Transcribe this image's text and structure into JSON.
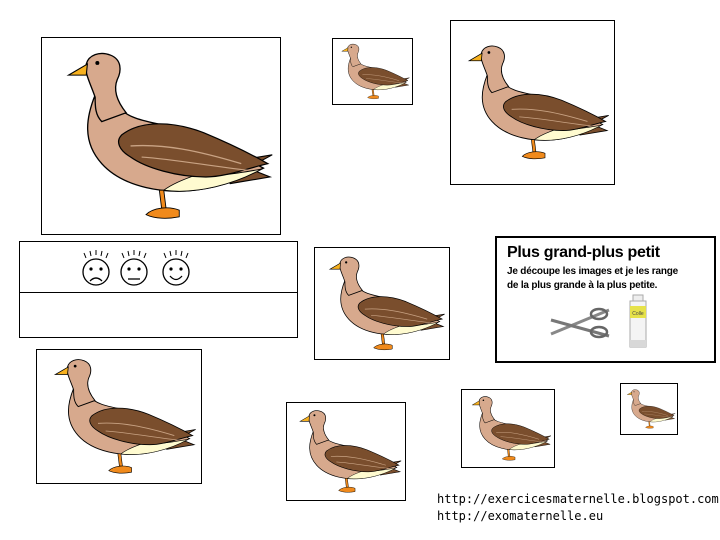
{
  "duck_cards": [
    {
      "name": "duck-card-1",
      "icon": "duck-icon",
      "facing": "left"
    },
    {
      "name": "duck-card-2",
      "icon": "duck-icon",
      "facing": "left"
    },
    {
      "name": "duck-card-3",
      "icon": "duck-icon",
      "facing": "left"
    },
    {
      "name": "duck-card-4",
      "icon": "duck-icon",
      "facing": "left"
    },
    {
      "name": "duck-card-5",
      "icon": "duck-icon",
      "facing": "left"
    },
    {
      "name": "duck-card-6",
      "icon": "duck-icon",
      "facing": "left"
    },
    {
      "name": "duck-card-7",
      "icon": "duck-icon",
      "facing": "left"
    },
    {
      "name": "duck-card-8",
      "icon": "duck-icon",
      "facing": "left"
    }
  ],
  "evaluation": {
    "faces": [
      "sad-face-icon",
      "neutral-face-icon",
      "happy-face-icon"
    ]
  },
  "instructions": {
    "title": "Plus grand-plus petit",
    "line1": "Je découpe les images et je les range",
    "line2": "de la plus grande à la plus petite.",
    "glue_label": "Colle",
    "icons": [
      "scissors-icon",
      "glue-stick-icon"
    ]
  },
  "footer": {
    "url1": "http://exercicesmaternelle.blogspot.com",
    "url2": "http://exomaternelle.eu"
  },
  "colors": {
    "duck_body": "#d7a98d",
    "duck_wing": "#7a4e2d",
    "duck_belly": "#fffbd0",
    "duck_beak": "#f7b11f",
    "duck_feet": "#f08a1c"
  }
}
